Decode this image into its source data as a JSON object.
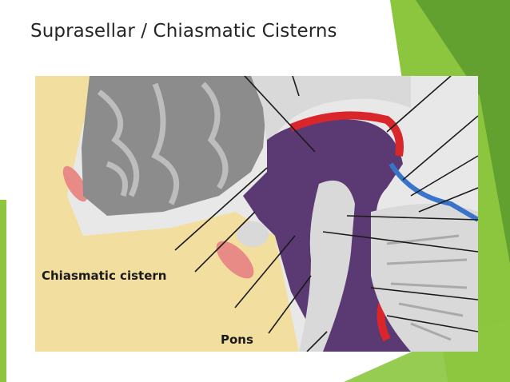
{
  "slide": {
    "title": "Suprasellar / Chiasmatic Cisterns"
  },
  "diagram": {
    "labels": {
      "chiasmatic_cistern": "Chiasmatic cistern",
      "pons": "Pons"
    }
  },
  "colors": {
    "accent_green_dark": "#5a9a2e",
    "accent_green_light": "#8cc63f",
    "csf_purple": "#5b3a73",
    "brain_gray": "#8c8c8c",
    "brain_light": "#d9d9d9",
    "bone": "#f2dfa0",
    "vessel_red": "#d8262b",
    "vein_blue": "#3a74c9"
  }
}
